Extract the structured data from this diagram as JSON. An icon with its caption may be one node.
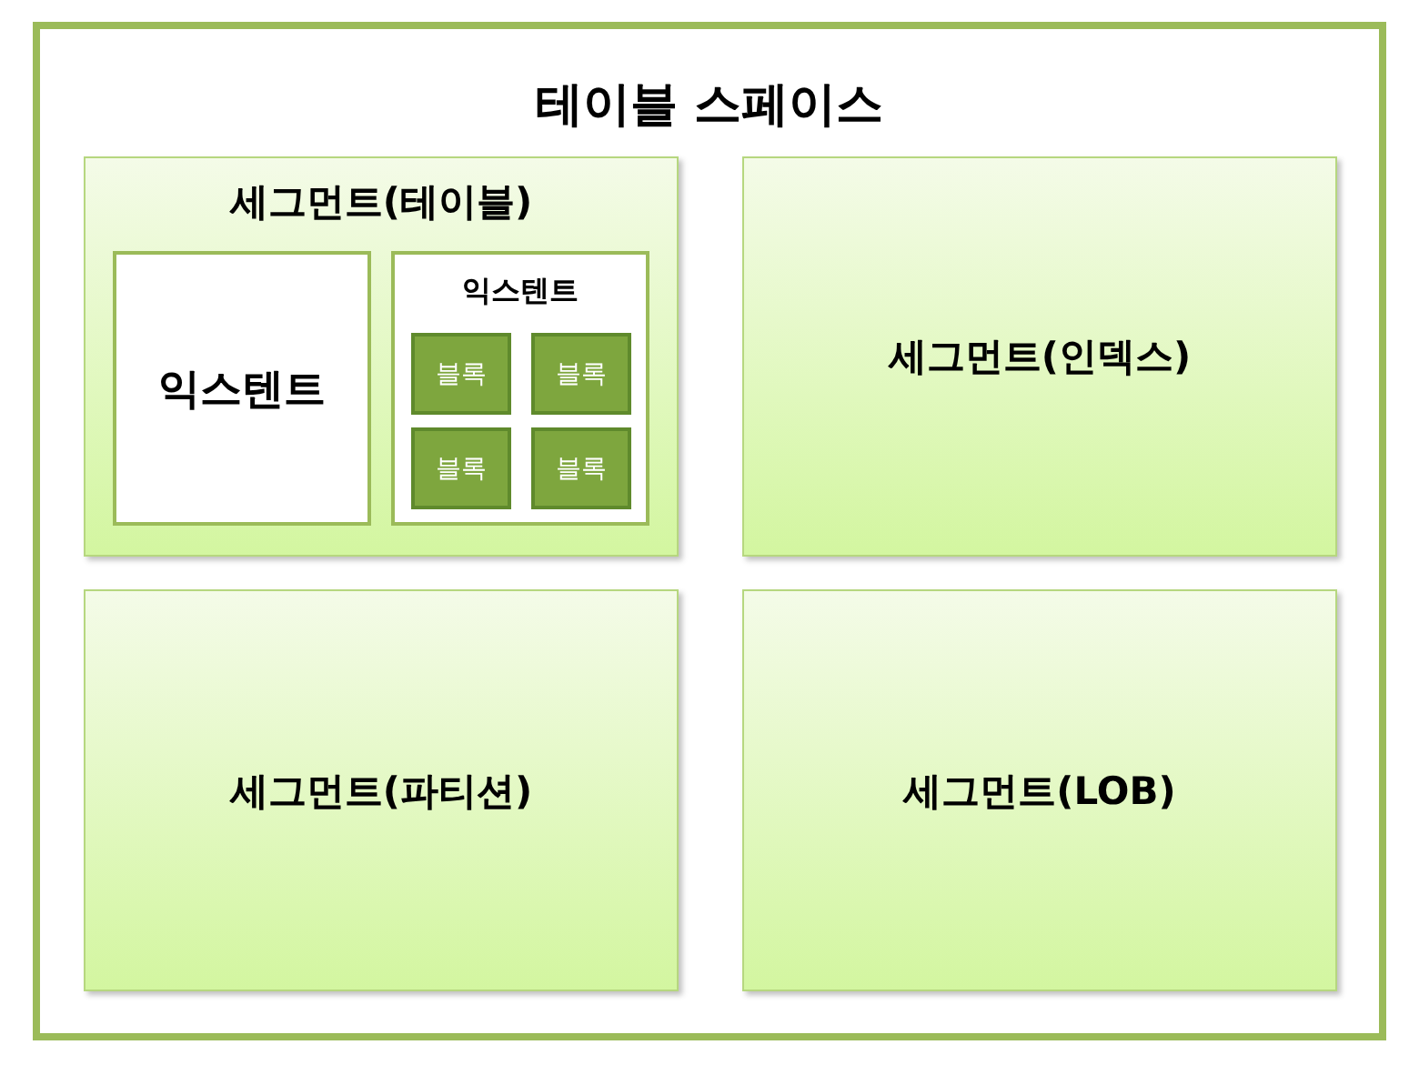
{
  "diagram": {
    "nodes": [
      {
        "text": [
          "테이블 스페이스"
        ]
      },
      {
        "text": [
          "세그먼트(테이블)"
        ],
        "in": 0
      },
      {
        "text": [
          "익스텐트"
        ],
        "in": 1
      },
      {
        "text": [
          "익스텐트"
        ],
        "in": 1
      },
      {
        "text": [
          "블록"
        ],
        "in": 3
      },
      {
        "text": [
          "블록"
        ],
        "in": 3
      },
      {
        "text": [
          "블록"
        ],
        "in": 3
      },
      {
        "text": [
          "블록"
        ],
        "in": 3
      },
      {
        "text": [
          "세그먼트(인덱스)"
        ],
        "in": 0
      },
      {
        "text": [
          "세그먼트(파티션)"
        ],
        "in": 0
      },
      {
        "text": [
          "세그먼트(LOB)"
        ],
        "in": 0
      }
    ]
  }
}
